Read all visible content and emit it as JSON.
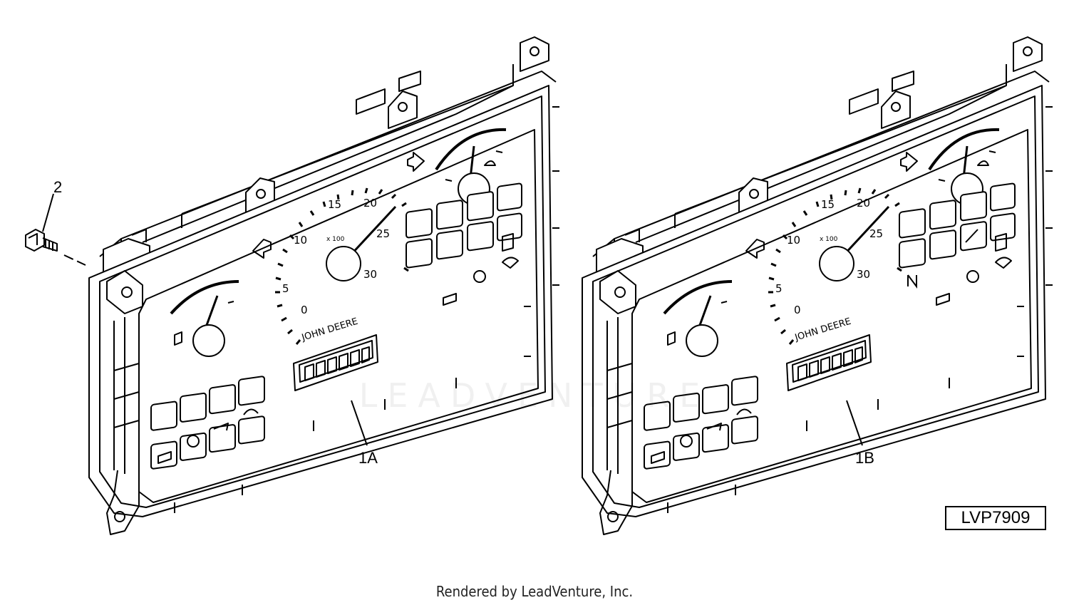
{
  "callouts": {
    "bolt": "2",
    "cluster_a": "1A",
    "cluster_b": "1B"
  },
  "gauge": {
    "ticks": [
      "0",
      "5",
      "10",
      "15",
      "20",
      "25",
      "30"
    ],
    "multiplier": "x 100",
    "brand": "JOHN DEERE"
  },
  "reference_id": "LVP7909",
  "footer": "Rendered by LeadVenture, Inc.",
  "watermark": "LEADVENTURE",
  "colors": {
    "line": "#000000",
    "background": "#ffffff"
  }
}
